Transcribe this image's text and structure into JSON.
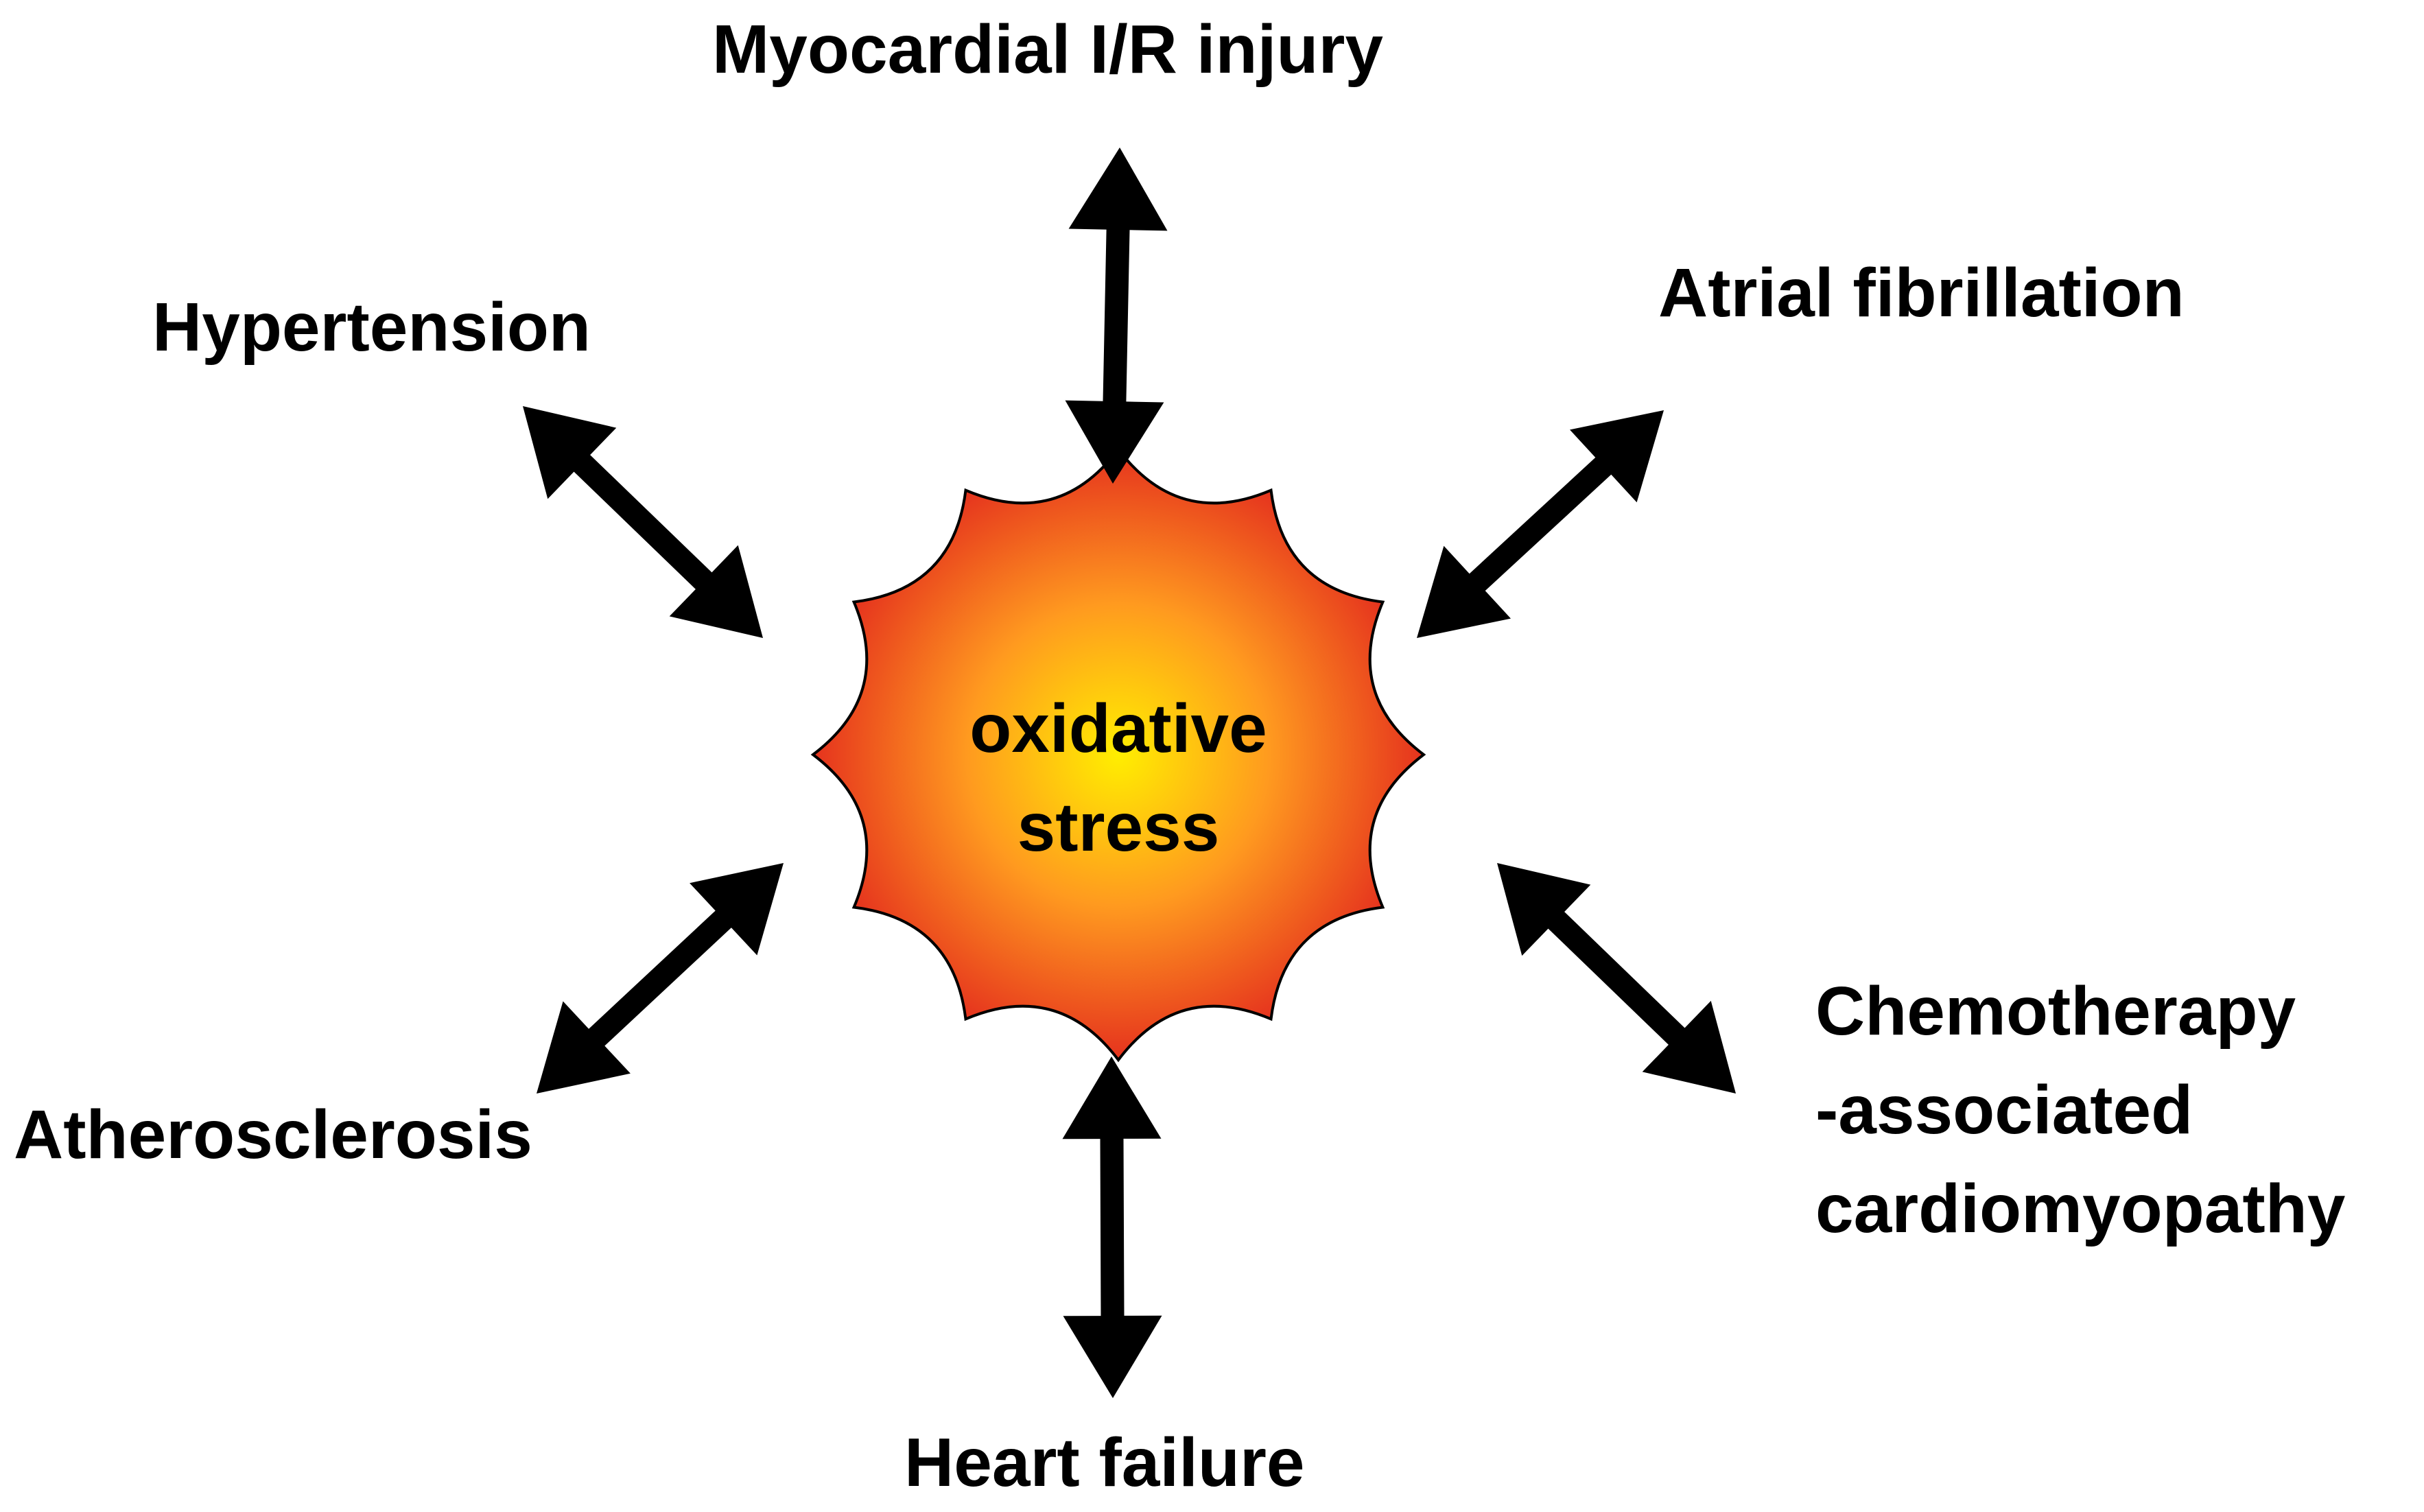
{
  "center": {
    "line1": "oxidative",
    "line2": "stress",
    "gradient_inner": "#ffee00",
    "gradient_mid": "#ff9a1f",
    "gradient_outer": "#e01e1e"
  },
  "conditions": {
    "myocardial": "Myocardial I/R injury",
    "atrial": "Atrial fibrillation",
    "hypertension": "Hypertension",
    "atherosclerosis": "Atherosclerosis",
    "chemo_line1": "Chemotherapy",
    "chemo_line2": "-associated",
    "chemo_line3": "cardiomyopathy",
    "heart_failure": "Heart failure"
  },
  "arrow_color": "#000000",
  "arrow_style": "double-headed"
}
